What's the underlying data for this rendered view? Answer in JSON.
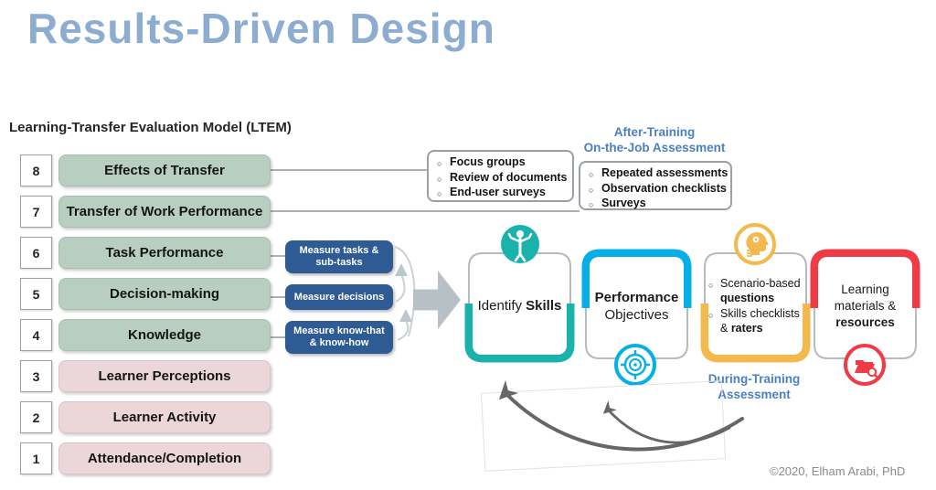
{
  "title": "Results-Driven Design",
  "subtitle": "Learning-Transfer Evaluation Model (LTEM)",
  "levels": [
    {
      "num": "8",
      "label": "Effects of Transfer",
      "tier": "green"
    },
    {
      "num": "7",
      "label": "Transfer of Work Performance",
      "tier": "green"
    },
    {
      "num": "6",
      "label": "Task Performance",
      "tier": "green"
    },
    {
      "num": "5",
      "label": "Decision-making",
      "tier": "green"
    },
    {
      "num": "4",
      "label": "Knowledge",
      "tier": "green"
    },
    {
      "num": "3",
      "label": "Learner Perceptions",
      "tier": "pink"
    },
    {
      "num": "2",
      "label": "Learner Activity",
      "tier": "pink"
    },
    {
      "num": "1",
      "label": "Attendance/Completion",
      "tier": "pink"
    }
  ],
  "measures": [
    "Measure tasks & sub-tasks",
    "Measure decisions",
    "Measure know-that & know-how"
  ],
  "after_training": {
    "line1": "After-Training",
    "line2": "On-the-Job Assessment"
  },
  "during_training": {
    "line1": "During-Training",
    "line2": "Assessment"
  },
  "assessment_boxes": {
    "transfer_methods": [
      "Focus groups",
      "Review of documents",
      "End-user surveys"
    ],
    "on_the_job": [
      "Repeated assessments",
      "Observation checklists",
      "Surveys"
    ]
  },
  "flow_boxes": {
    "identify_skills": {
      "pre": "Identify ",
      "bold": "Skills"
    },
    "performance_objectives": {
      "bold": "Performance",
      "rest": "Objectives"
    },
    "assessment_items": [
      {
        "pre": "Scenario-based ",
        "bold": "questions"
      },
      {
        "pre": "Skills checklists & ",
        "bold": "raters"
      }
    ],
    "learning_materials": {
      "line1": "Learning",
      "line2": "materials &",
      "bold": "resources"
    }
  },
  "icons": [
    "person-raising-arms-icon",
    "target-icon",
    "head-gear-icon",
    "folder-search-icon",
    "right-arrow-icon",
    "sketch-curved-arrows"
  ],
  "colors": {
    "title_blue": "#8cadd0",
    "label_blue": "#4a80c4",
    "ladder_green": "#b8cec1",
    "ladder_pink": "#ebd6da",
    "navy": "#2e5b94",
    "teal": "#1cb2ac",
    "cyan": "#06b0e6",
    "orange": "#f3b94e",
    "red": "#ee3b46",
    "arrow_gray": "#b7c1c5"
  },
  "copyright": "©2020, Elham Arabi, PhD"
}
